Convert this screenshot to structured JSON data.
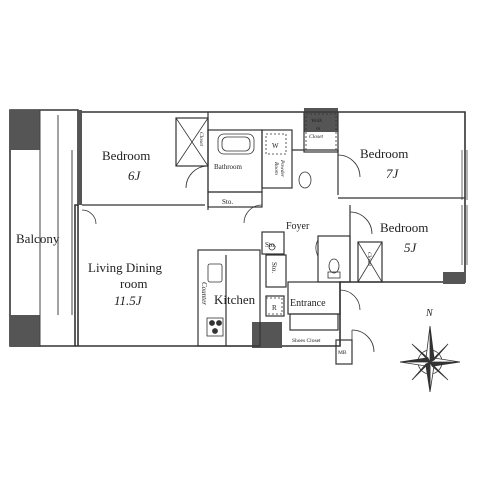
{
  "labels": {
    "balcony": "Balcony",
    "bedroom_nw": "Bedroom",
    "bedroom_nw_size": "6J",
    "bedroom_ne": "Bedroom",
    "bedroom_ne_size": "7J",
    "bedroom_e": "Bedroom",
    "bedroom_e_size": "5J",
    "living_1": "Living Dining",
    "living_2": "room",
    "living_size": "11.5J",
    "kitchen": "Kitchen",
    "counter": "Counter",
    "bathroom": "Bathroom",
    "powder_room_1": "Powder",
    "powder_room_2": "Room",
    "foyer": "Foyer",
    "entrance": "Entrance",
    "shoes_closet": "Shoes Closet",
    "walk_in_1": "Walk",
    "walk_in_2": "in",
    "walk_in_3": "Closet",
    "closet_nw": "Closet",
    "closet_e": "Closet",
    "sto_1": "Sto.",
    "sto_2": "Sto.",
    "sto_3": "Sto.",
    "washer": "W",
    "refrigerator": "R",
    "meter_box": "MB",
    "north": "N"
  }
}
